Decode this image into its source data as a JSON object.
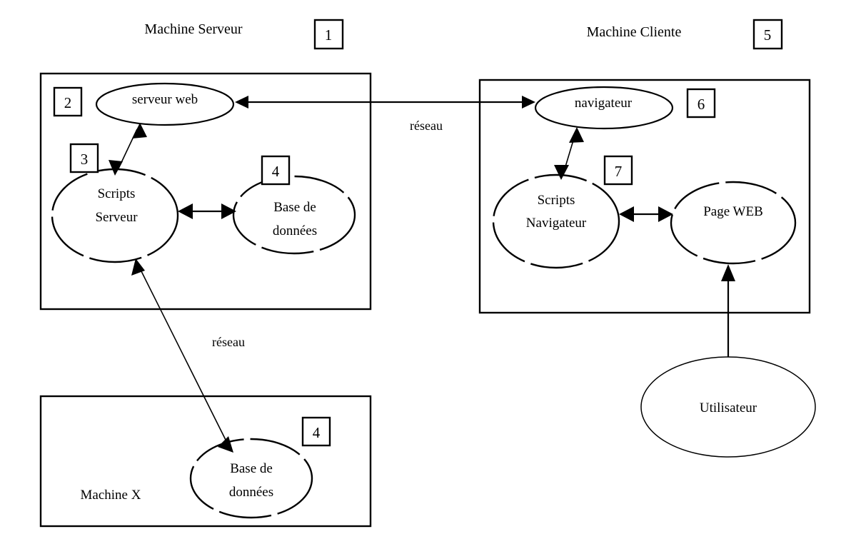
{
  "diagram": {
    "title_server": "Machine Serveur",
    "title_client": "Machine Cliente",
    "machine_x_label": "Machine X",
    "network_label_top": "réseau",
    "network_label_bottom": "réseau",
    "callouts": {
      "machine_serveur": "1",
      "serveur_web": "2",
      "scripts_serveur": "3",
      "base_donnees_serveur": "4",
      "machine_cliente": "5",
      "navigateur": "6",
      "scripts_navigateur": "7",
      "base_donnees_machine_x": "4"
    },
    "nodes": {
      "serveur_web": "serveur web",
      "scripts_serveur_line1": "Scripts",
      "scripts_serveur_line2": "Serveur",
      "base_donnees_line1": "Base de",
      "base_donnees_line2": "données",
      "navigateur": "navigateur",
      "scripts_navigateur_line1": "Scripts",
      "scripts_navigateur_line2": "Navigateur",
      "page_web": "Page WEB",
      "base_donnees_x_line1": "Base de",
      "base_donnees_x_line2": "données",
      "utilisateur": "Utilisateur"
    },
    "colors": {
      "stroke": "#000000",
      "background": "#ffffff",
      "text": "#000000"
    }
  }
}
